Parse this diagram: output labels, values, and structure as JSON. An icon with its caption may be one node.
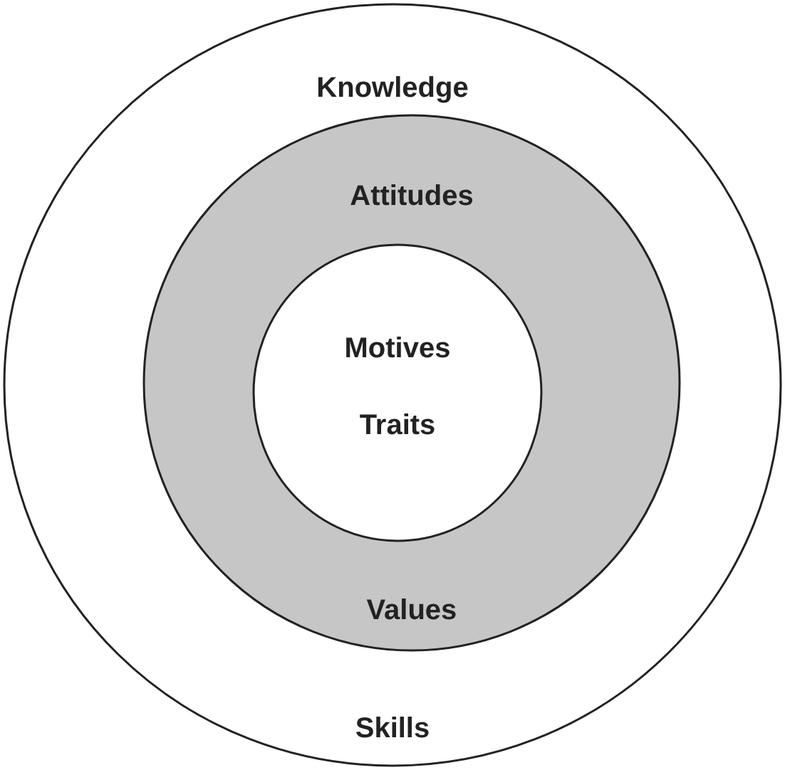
{
  "diagram": {
    "nodes": [
      {
        "text": [
          "Knowledge",
          "Skills"
        ]
      },
      {
        "text": [
          "Attitudes",
          "Values"
        ],
        "in": 0
      },
      {
        "text": [
          "Motives",
          "Traits"
        ],
        "in": 1
      }
    ]
  }
}
